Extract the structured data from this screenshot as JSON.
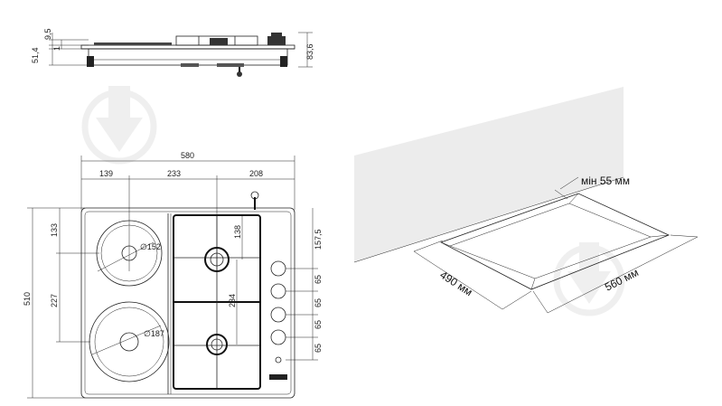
{
  "top_view": {
    "overall_width": "580",
    "col_left": "139",
    "col_mid": "233",
    "col_right": "208",
    "height": "510",
    "row_top": "133",
    "row_bottom": "227",
    "burner_small_diameter": "∅152",
    "burner_large_diameter": "∅187",
    "gas_spacing": "138",
    "gas_distance": "234",
    "knob_top_offset": "157,5",
    "knob_spacing_1": "65",
    "knob_spacing_2": "65",
    "knob_spacing_3": "65",
    "knob_spacing_4": "65"
  },
  "side_view": {
    "dim_a": "9,5",
    "dim_b": "1",
    "dim_c": "51,4",
    "dim_total": "83,6"
  },
  "cutout": {
    "min_wall": "мін 55 мм",
    "depth": "490 мм",
    "width": "560 мм"
  },
  "colors": {
    "line": "#222222",
    "wall": "#ececec",
    "watermark": "#e6e6e6"
  }
}
